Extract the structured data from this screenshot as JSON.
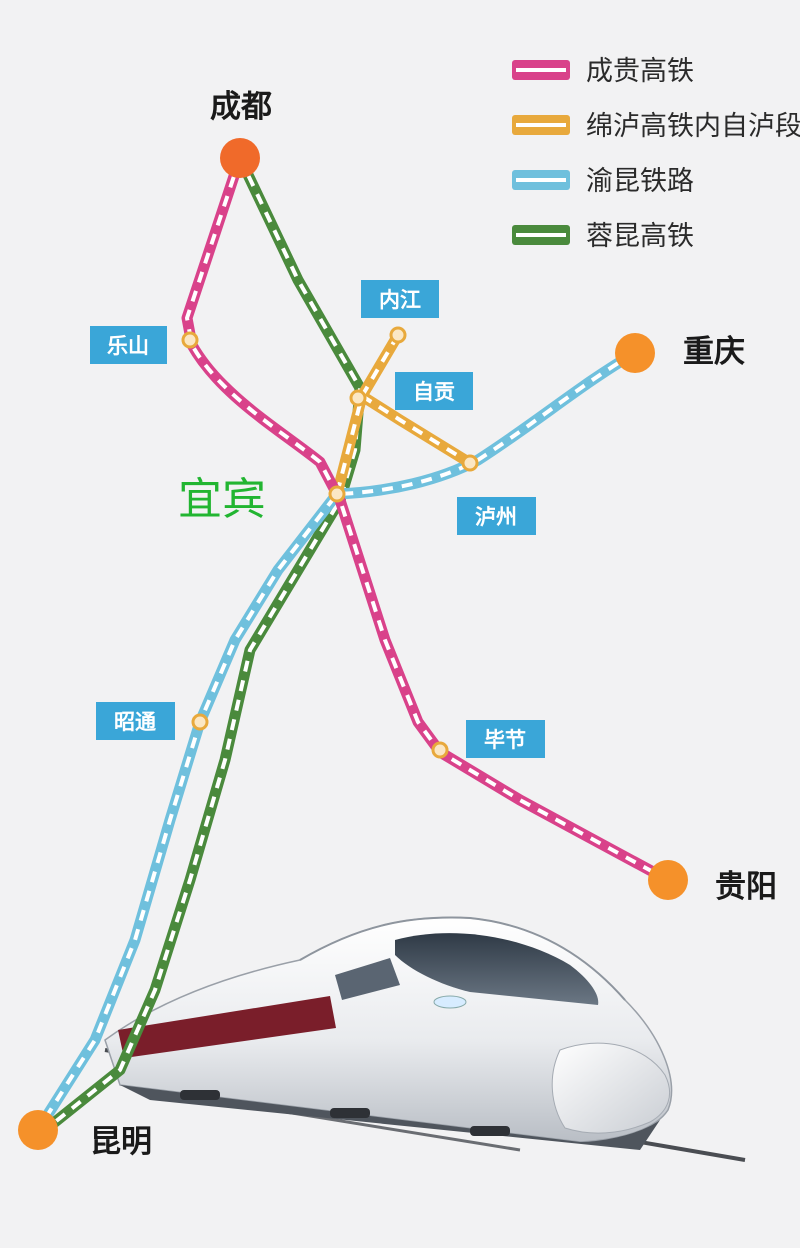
{
  "legend": [
    {
      "id": "chenggui",
      "label": "成贵高铁",
      "color": "#d9428a"
    },
    {
      "id": "mianlu",
      "label": "绵泸高铁内自泸段",
      "color": "#e8a93c"
    },
    {
      "id": "yukun",
      "label": "渝昆铁路",
      "color": "#6fc0dd"
    },
    {
      "id": "rongkun",
      "label": "蓉昆高铁",
      "color": "#4a8a3c"
    }
  ],
  "terminals": {
    "chengdu": "成都",
    "chongqing": "重庆",
    "guiyang": "贵阳",
    "kunming": "昆明"
  },
  "stations": {
    "leshan": "乐山",
    "neijiang": "内江",
    "zigong": "自贡",
    "luzhou": "泸州",
    "zhaotong": "昭通",
    "bijie": "毕节"
  },
  "highlight": {
    "yibin": "宜宾"
  },
  "colors": {
    "terminal_dot": "#f5912a",
    "station_box": "#3aa6d8",
    "background": "#f2f2f3",
    "highlight_text": "#22b531"
  },
  "illustration": "high-speed-train"
}
